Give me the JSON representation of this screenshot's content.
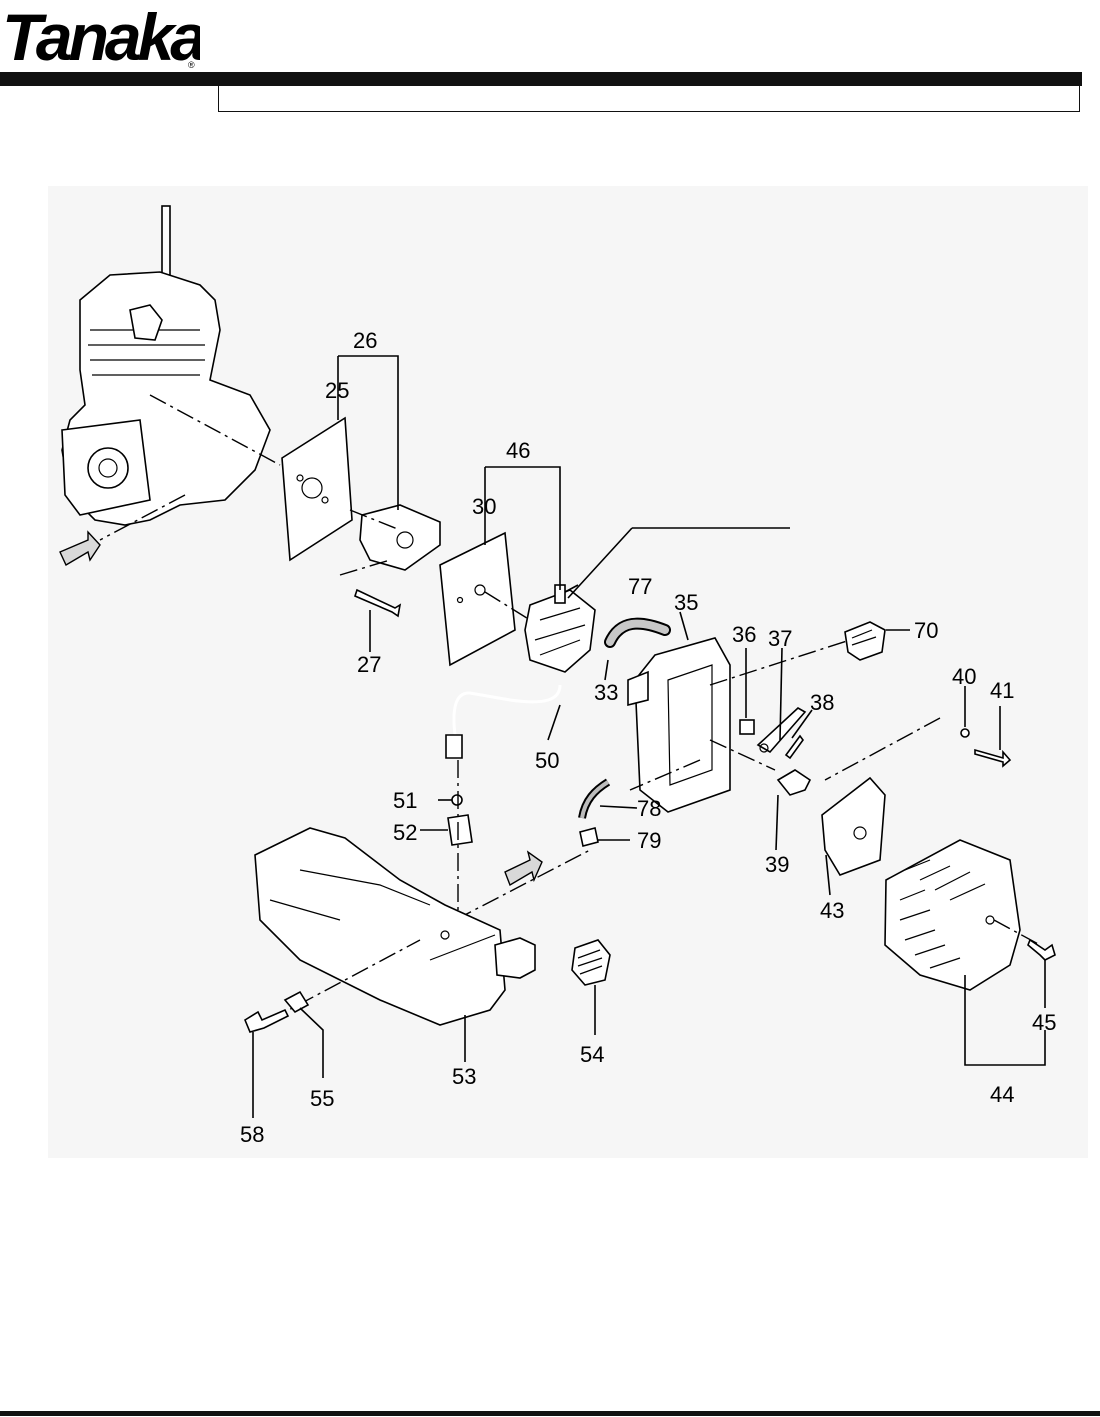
{
  "brand": {
    "name": "Tanaka",
    "mark": "®"
  },
  "header": {
    "title": ""
  },
  "diagram": {
    "callouts": [
      {
        "id": "c25",
        "label": "25"
      },
      {
        "id": "c26",
        "label": "26"
      },
      {
        "id": "c27",
        "label": "27"
      },
      {
        "id": "c30",
        "label": "30"
      },
      {
        "id": "c33",
        "label": "33"
      },
      {
        "id": "c35",
        "label": "35"
      },
      {
        "id": "c36",
        "label": "36"
      },
      {
        "id": "c37",
        "label": "37"
      },
      {
        "id": "c38",
        "label": "38"
      },
      {
        "id": "c39",
        "label": "39"
      },
      {
        "id": "c40",
        "label": "40"
      },
      {
        "id": "c41",
        "label": "41"
      },
      {
        "id": "c43",
        "label": "43"
      },
      {
        "id": "c44",
        "label": "44"
      },
      {
        "id": "c45",
        "label": "45"
      },
      {
        "id": "c46",
        "label": "46"
      },
      {
        "id": "c50",
        "label": "50"
      },
      {
        "id": "c51",
        "label": "51"
      },
      {
        "id": "c52",
        "label": "52"
      },
      {
        "id": "c53",
        "label": "53"
      },
      {
        "id": "c54",
        "label": "54"
      },
      {
        "id": "c55",
        "label": "55"
      },
      {
        "id": "c58",
        "label": "58"
      },
      {
        "id": "c70",
        "label": "70"
      },
      {
        "id": "c77",
        "label": "77"
      },
      {
        "id": "c78",
        "label": "78"
      },
      {
        "id": "c79",
        "label": "79"
      }
    ]
  }
}
